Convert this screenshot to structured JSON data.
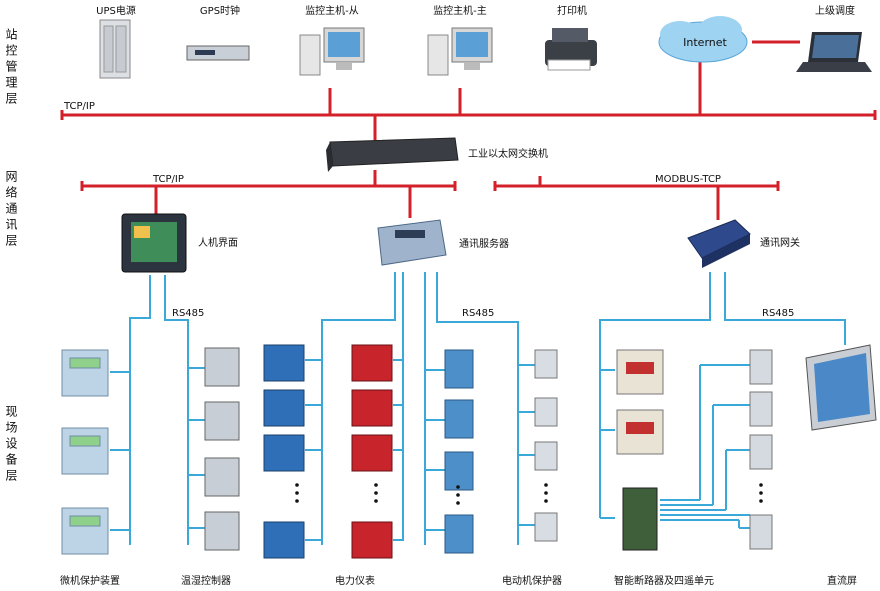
{
  "layers": [
    "站控管理层",
    "网络通讯层",
    "现场设备层"
  ],
  "top_devices": [
    "UPS电源",
    "GPS时钟",
    "监控主机-从",
    "监控主机-主",
    "打印机",
    "上级调度"
  ],
  "internet_label": "Internet",
  "bus_labels": {
    "top": "TCP/IP",
    "left": "TCP/IP",
    "right": "MODBUS-TCP"
  },
  "switch_label": "工业以太网交换机",
  "mid_devices": {
    "hmi": "人机界面",
    "comm_server": "通讯服务器",
    "gateway": "通讯网关"
  },
  "rs485": "RS485",
  "field_devices": [
    "微机保护装置",
    "温湿控制器",
    "电力仪表",
    "电动机保护器",
    "智能断路器及四遥单元",
    "直流屏"
  ],
  "colors": {
    "bus": "#d3202a",
    "field_line": "#3aa8d8",
    "cloud": "#9fd3f2"
  }
}
